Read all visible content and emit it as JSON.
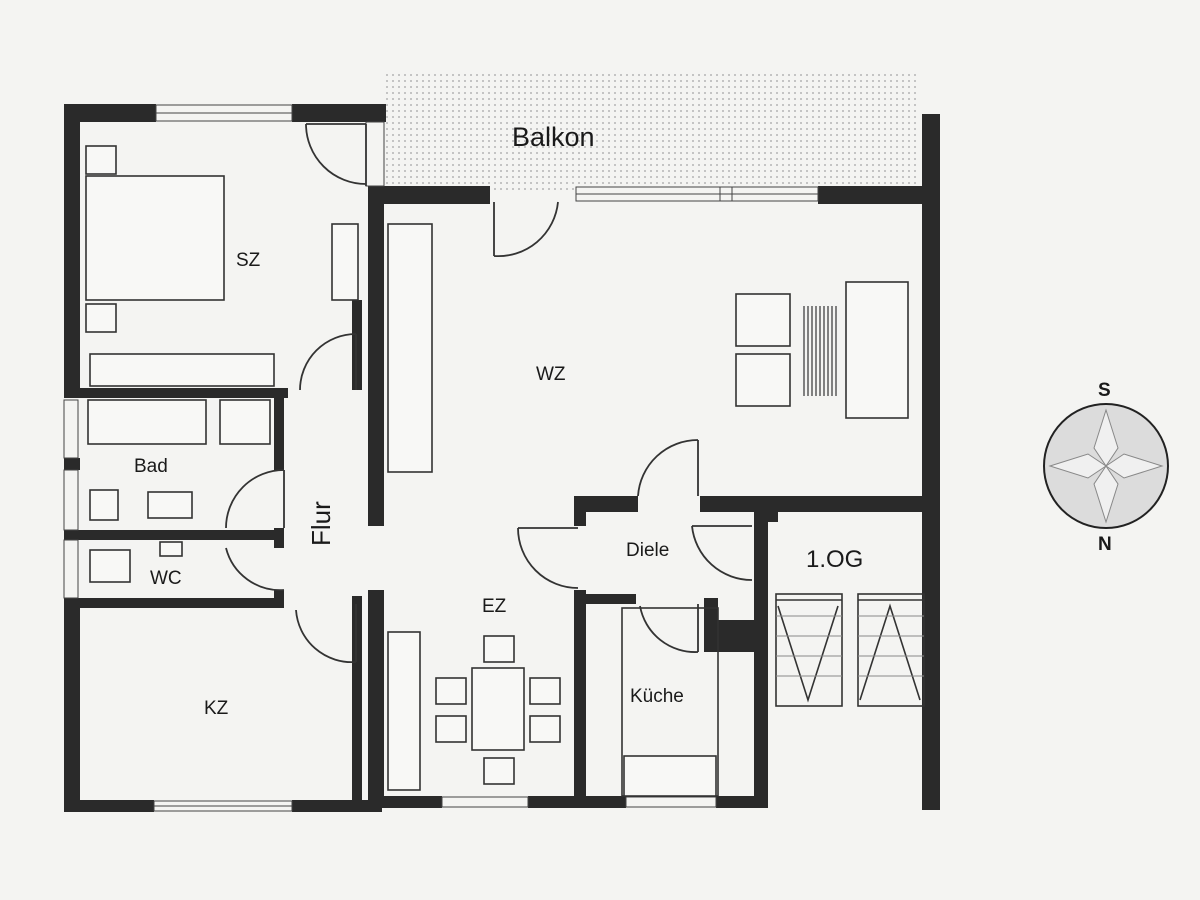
{
  "floor_plan": {
    "floor_label": "1.OG",
    "rooms": {
      "balkon": "Balkon",
      "sz": "SZ",
      "wz": "WZ",
      "bad": "Bad",
      "wc": "WC",
      "flur": "Flur",
      "diele": "Diele",
      "ez": "EZ",
      "kueche": "Küche",
      "kz": "KZ"
    }
  },
  "compass": {
    "top": "S",
    "bottom": "N"
  },
  "colors": {
    "wall": "#2a2a2a",
    "line": "#333333",
    "background": "#f4f4f2",
    "balcony_dots": "#b5b5b5"
  }
}
